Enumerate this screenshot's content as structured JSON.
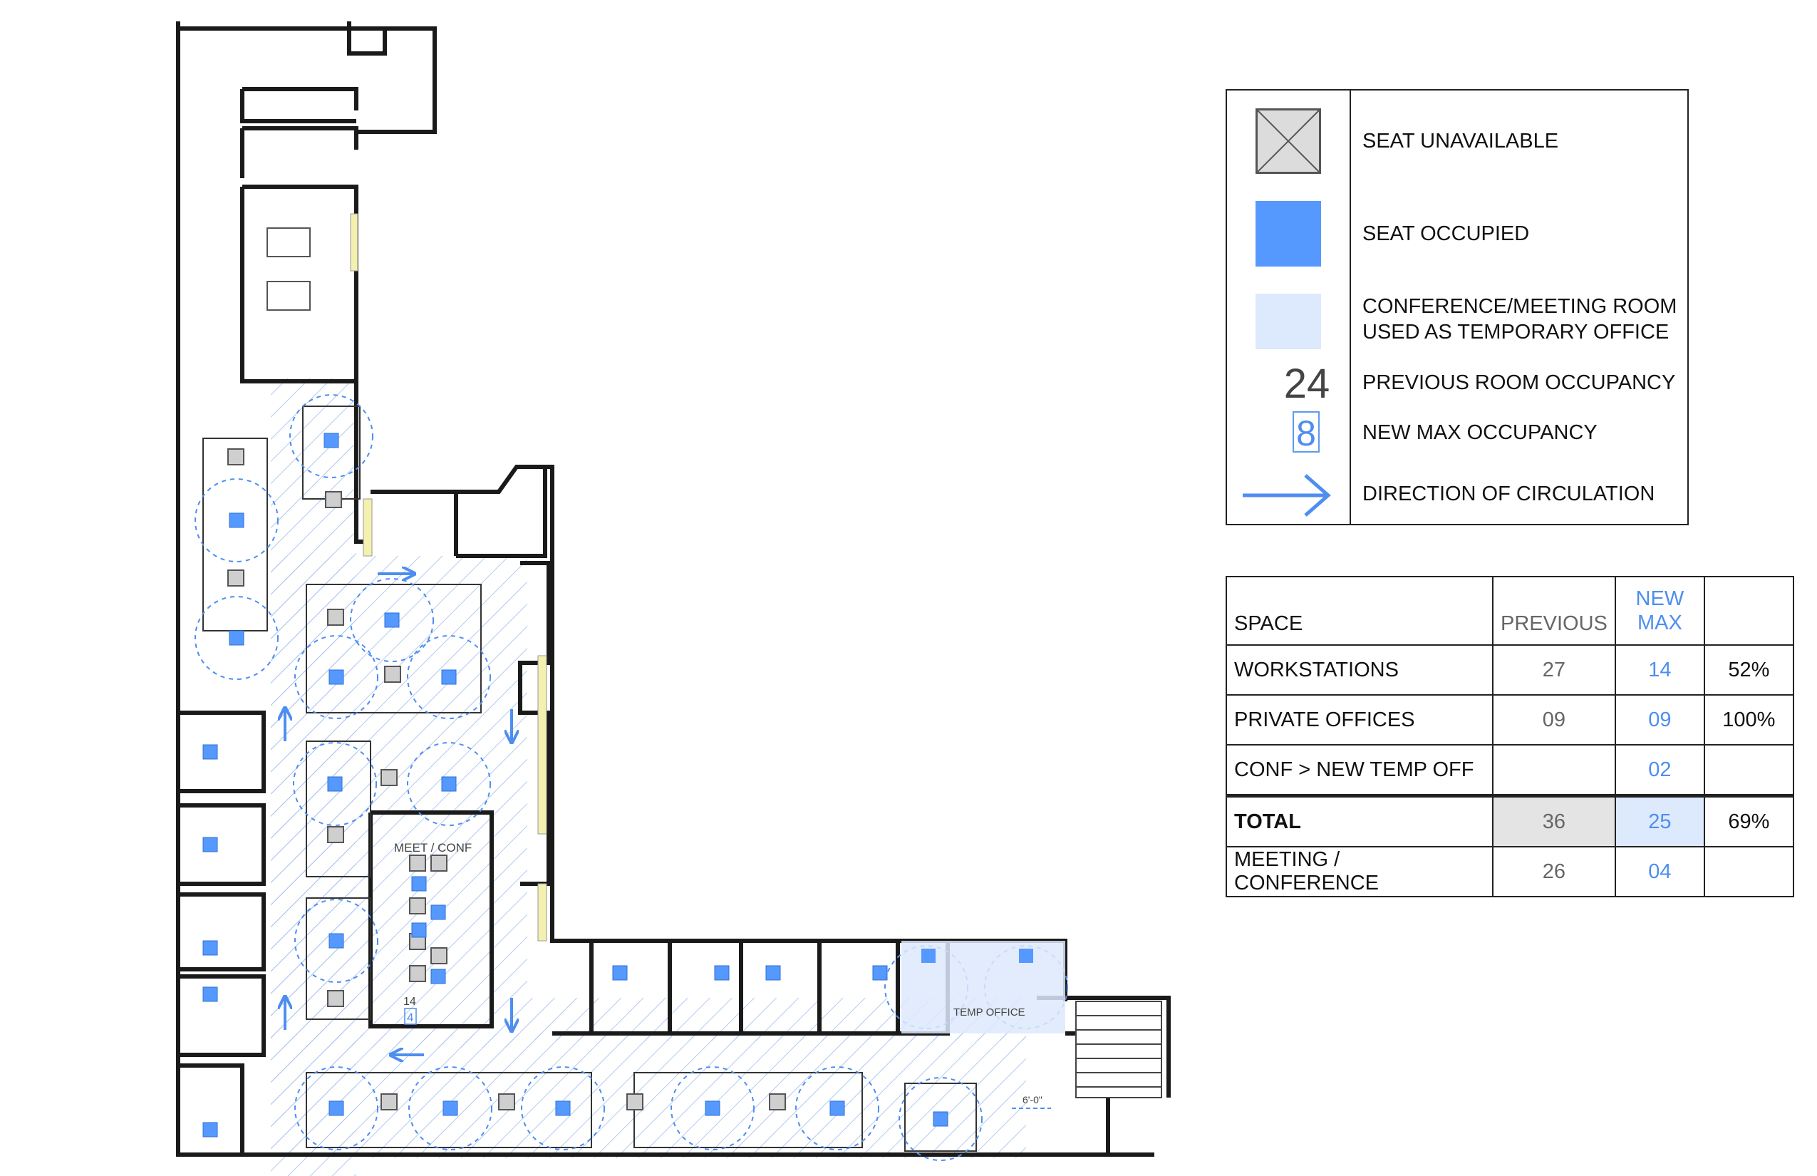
{
  "colors": {
    "occupied": "#5599ff",
    "temp_office": "#dde9fc",
    "circulation": "#4d8ef0",
    "wall": "#1a1a1a",
    "unavailable": "#dcdcdc"
  },
  "plan": {
    "meeting_room_label": "MEET / CONF",
    "meeting_prev": "14",
    "meeting_new": "4",
    "temp_office_label": "TEMP OFFICE",
    "dimension_label": "6'-0\""
  },
  "legend": {
    "unavailable_label": "SEAT UNAVAILABLE",
    "occupied_label": "SEAT OCCUPIED",
    "temp_label": "CONFERENCE/MEETING ROOM\nUSED AS TEMPORARY OFFICE",
    "prev_sample": "24",
    "prev_label": "PREVIOUS ROOM OCCUPANCY",
    "new_sample": "8",
    "new_label": "NEW MAX OCCUPANCY",
    "circ_label": "DIRECTION OF CIRCULATION",
    "icons": [
      "x-seat-icon",
      "occupied-seat-icon",
      "temp-office-swatch",
      "arrow-right-icon"
    ]
  },
  "table": {
    "headers": [
      "SPACE",
      "PREVIOUS",
      "NEW\nMAX",
      ""
    ],
    "rows": [
      [
        "WORKSTATIONS",
        "27",
        "14",
        "52%"
      ],
      [
        "PRIVATE OFFICES",
        "09",
        "09",
        "100%"
      ],
      [
        "CONF > NEW TEMP OFF",
        "",
        "02",
        ""
      ],
      [
        "TOTAL",
        "36",
        "25",
        "69%"
      ],
      [
        "MEETING / CONFERENCE",
        "26",
        "04",
        ""
      ]
    ]
  }
}
